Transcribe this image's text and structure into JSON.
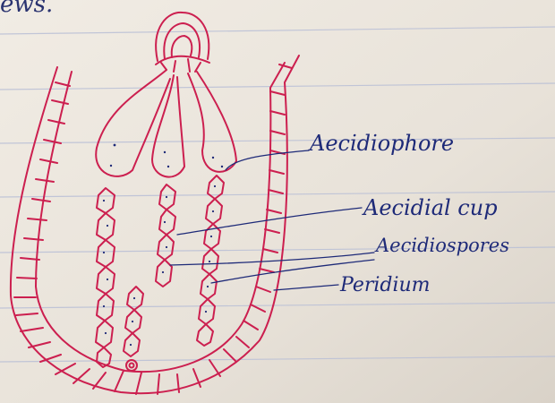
{
  "header_fragment": "ews.",
  "labels": {
    "aecidiophore": "Aecidiophore",
    "aecidial_cup": "Aecidial cup",
    "aecidiospores": "Aecidiospores",
    "peridium": "Peridium"
  },
  "colors": {
    "paper": "#ece7df",
    "rule_line": "#b9bfd6",
    "drawing_ink": "#cc1f4f",
    "label_ink": "#1e2a78"
  }
}
